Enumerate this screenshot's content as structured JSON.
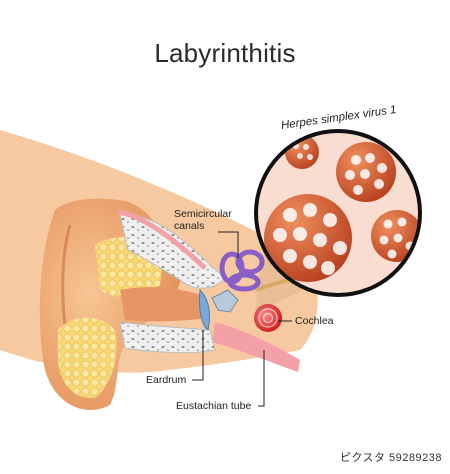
{
  "title": "Labyrinthitis",
  "labels": {
    "virus": "Herpes simplex virus 1",
    "semicircular_canals_line1": "Semicircular",
    "semicircular_canals_line2": "canals",
    "cochlea": "Cochlea",
    "eardrum": "Eardrum",
    "eustachian_tube": "Eustachian tube"
  },
  "stock_id": "ピクスタ  59289238",
  "colors": {
    "skin": "#f2b07a",
    "skin_dark": "#e08a55",
    "fat": "#f7d978",
    "bone": "#eeeeee",
    "canals": "#8a5ec8",
    "cochlea": "#e23b3b",
    "eardrum": "#7aa8d8",
    "virus_shell": "#e0603a",
    "zoom_bg": "#f9ddd0"
  }
}
